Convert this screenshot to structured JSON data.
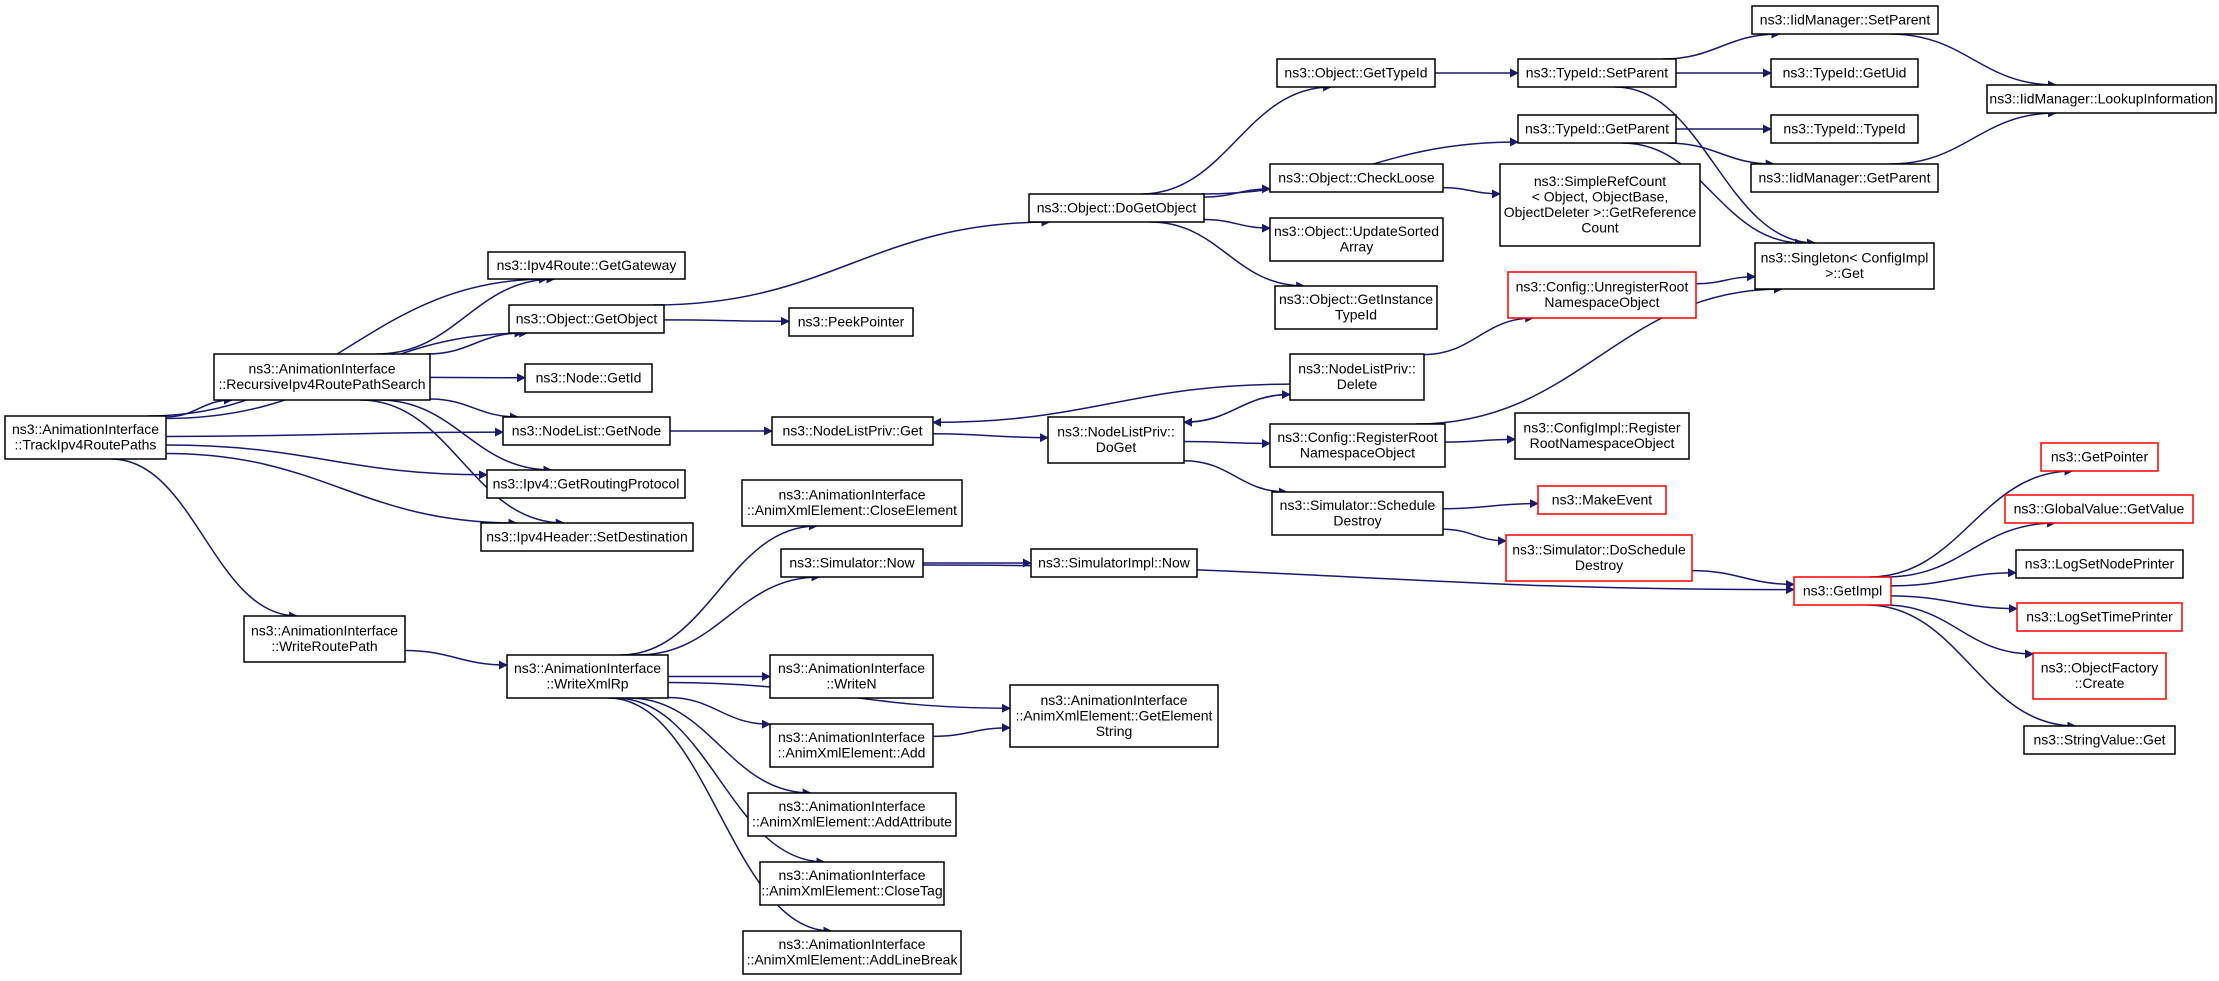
{
  "colors": {
    "edge": "#191970",
    "normal_border": "#000000",
    "incomplete_border": "#ff0000",
    "root_fill": "#bfbfbf"
  },
  "nodes": [
    {
      "id": "root",
      "lines": [
        "ns3::AnimationInterface",
        "::TrackIpv4RoutePaths"
      ],
      "style": "root"
    },
    {
      "id": "getgateway",
      "lines": [
        "ns3::Ipv4Route::GetGateway"
      ]
    },
    {
      "id": "getobject",
      "lines": [
        "ns3::Object::GetObject"
      ]
    },
    {
      "id": "recursive",
      "lines": [
        "ns3::AnimationInterface",
        "::RecursiveIpv4RoutePathSearch"
      ]
    },
    {
      "id": "nodegetid",
      "lines": [
        "ns3::Node::GetId"
      ]
    },
    {
      "id": "getnode",
      "lines": [
        "ns3::NodeList::GetNode"
      ]
    },
    {
      "id": "getrouting",
      "lines": [
        "ns3::Ipv4::GetRoutingProtocol"
      ]
    },
    {
      "id": "setdest",
      "lines": [
        "ns3::Ipv4Header::SetDestination"
      ]
    },
    {
      "id": "writeroutepath",
      "lines": [
        "ns3::AnimationInterface",
        "::WriteRoutePath"
      ]
    },
    {
      "id": "writexmlrp",
      "lines": [
        "ns3::AnimationInterface",
        "::WriteXmlRp"
      ]
    },
    {
      "id": "peekpointer",
      "lines": [
        "ns3::PeekPointer"
      ]
    },
    {
      "id": "nlpget",
      "lines": [
        "ns3::NodeListPriv::Get"
      ]
    },
    {
      "id": "closeelement",
      "lines": [
        "ns3::AnimationInterface",
        "::AnimXmlElement::CloseElement"
      ]
    },
    {
      "id": "simnow",
      "lines": [
        "ns3::Simulator::Now"
      ]
    },
    {
      "id": "writen",
      "lines": [
        "ns3::AnimationInterface",
        "::WriteN"
      ]
    },
    {
      "id": "animadd",
      "lines": [
        "ns3::AnimationInterface",
        "::AnimXmlElement::Add"
      ]
    },
    {
      "id": "addattribute",
      "lines": [
        "ns3::AnimationInterface",
        "::AnimXmlElement::AddAttribute"
      ]
    },
    {
      "id": "closetag",
      "lines": [
        "ns3::AnimationInterface",
        "::AnimXmlElement::CloseTag"
      ]
    },
    {
      "id": "addlinebreak",
      "lines": [
        "ns3::AnimationInterface",
        "::AnimXmlElement::AddLineBreak"
      ]
    },
    {
      "id": "dogetobject",
      "lines": [
        "ns3::Object::DoGetObject"
      ]
    },
    {
      "id": "nlpdoget",
      "lines": [
        "ns3::NodeListPriv::",
        "DoGet"
      ]
    },
    {
      "id": "simimplnow",
      "lines": [
        "ns3::SimulatorImpl::Now"
      ]
    },
    {
      "id": "getelementstring",
      "lines": [
        "ns3::AnimationInterface",
        "::AnimXmlElement::GetElement",
        "String"
      ]
    },
    {
      "id": "gettypeid",
      "lines": [
        "ns3::Object::GetTypeId"
      ]
    },
    {
      "id": "checkloose",
      "lines": [
        "ns3::Object::CheckLoose"
      ]
    },
    {
      "id": "updatesorted",
      "lines": [
        "ns3::Object::UpdateSorted",
        "Array"
      ]
    },
    {
      "id": "getinstance",
      "lines": [
        "ns3::Object::GetInstance",
        "TypeId"
      ]
    },
    {
      "id": "nlpdelete",
      "lines": [
        "ns3::NodeListPriv::",
        "Delete"
      ]
    },
    {
      "id": "registerroot",
      "lines": [
        "ns3::Config::RegisterRoot",
        "NamespaceObject"
      ]
    },
    {
      "id": "scheduledestroy",
      "lines": [
        "ns3::Simulator::Schedule",
        "Destroy"
      ]
    },
    {
      "id": "tidsetparent",
      "lines": [
        "ns3::TypeId::SetParent"
      ]
    },
    {
      "id": "tidgetparent",
      "lines": [
        "ns3::TypeId::GetParent"
      ]
    },
    {
      "id": "simplerefcount",
      "lines": [
        "ns3::SimpleRefCount",
        "< Object, ObjectBase,",
        "ObjectDeleter >::GetReference",
        "Count"
      ]
    },
    {
      "id": "unregisterroot",
      "lines": [
        "ns3::Config::UnregisterRoot",
        "NamespaceObject"
      ],
      "style": "incomplete"
    },
    {
      "id": "configimplregister",
      "lines": [
        "ns3::ConfigImpl::Register",
        "RootNamespaceObject"
      ]
    },
    {
      "id": "makeevent",
      "lines": [
        "ns3::MakeEvent"
      ],
      "style": "incomplete"
    },
    {
      "id": "doscheduledestroy",
      "lines": [
        "ns3::Simulator::DoSchedule",
        "Destroy"
      ],
      "style": "incomplete"
    },
    {
      "id": "iidsetparent",
      "lines": [
        "ns3::IidManager::SetParent"
      ]
    },
    {
      "id": "tidgetuid",
      "lines": [
        "ns3::TypeId::GetUid"
      ]
    },
    {
      "id": "tidtypeid",
      "lines": [
        "ns3::TypeId::TypeId"
      ]
    },
    {
      "id": "iidgetparent",
      "lines": [
        "ns3::IidManager::GetParent"
      ]
    },
    {
      "id": "singletonget",
      "lines": [
        "ns3::Singleton< ConfigImpl",
        ">::Get"
      ]
    },
    {
      "id": "getimpl",
      "lines": [
        "ns3::GetImpl"
      ],
      "style": "incomplete"
    },
    {
      "id": "lookupinfo",
      "lines": [
        "ns3::IidManager::LookupInformation"
      ]
    },
    {
      "id": "getpointer",
      "lines": [
        "ns3::GetPointer"
      ],
      "style": "incomplete"
    },
    {
      "id": "globalvalueget",
      "lines": [
        "ns3::GlobalValue::GetValue"
      ],
      "style": "incomplete"
    },
    {
      "id": "logsetnode",
      "lines": [
        "ns3::LogSetNodePrinter"
      ]
    },
    {
      "id": "logsettime",
      "lines": [
        "ns3::LogSetTimePrinter"
      ],
      "style": "incomplete"
    },
    {
      "id": "objectfactory",
      "lines": [
        "ns3::ObjectFactory",
        "::Create"
      ],
      "style": "incomplete"
    },
    {
      "id": "stringvalueget",
      "lines": [
        "ns3::StringValue::Get"
      ]
    }
  ],
  "edges": [
    [
      "root",
      "getgateway"
    ],
    [
      "root",
      "getobject"
    ],
    [
      "root",
      "recursive"
    ],
    [
      "root",
      "getnode"
    ],
    [
      "root",
      "getrouting"
    ],
    [
      "root",
      "setdest"
    ],
    [
      "root",
      "writeroutepath"
    ],
    [
      "recursive",
      "getgateway"
    ],
    [
      "recursive",
      "getobject"
    ],
    [
      "recursive",
      "nodegetid"
    ],
    [
      "recursive",
      "getnode"
    ],
    [
      "recursive",
      "getrouting"
    ],
    [
      "recursive",
      "setdest"
    ],
    [
      "getobject",
      "peekpointer"
    ],
    [
      "getobject",
      "dogetobject"
    ],
    [
      "getnode",
      "nlpget"
    ],
    [
      "nlpget",
      "nlpdoget"
    ],
    [
      "writeroutepath",
      "writexmlrp"
    ],
    [
      "writexmlrp",
      "closeelement"
    ],
    [
      "writexmlrp",
      "simnow"
    ],
    [
      "writexmlrp",
      "writen"
    ],
    [
      "writexmlrp",
      "animadd"
    ],
    [
      "writexmlrp",
      "addattribute"
    ],
    [
      "writexmlrp",
      "closetag"
    ],
    [
      "writexmlrp",
      "addlinebreak"
    ],
    [
      "writexmlrp",
      "getelementstring"
    ],
    [
      "animadd",
      "getelementstring"
    ],
    [
      "simnow",
      "simimplnow"
    ],
    [
      "simnow",
      "getimpl"
    ],
    [
      "dogetobject",
      "gettypeid"
    ],
    [
      "dogetobject",
      "tidgetparent"
    ],
    [
      "dogetobject",
      "checkloose"
    ],
    [
      "dogetobject",
      "updatesorted"
    ],
    [
      "dogetobject",
      "getinstance"
    ],
    [
      "gettypeid",
      "tidsetparent"
    ],
    [
      "tidsetparent",
      "iidsetparent"
    ],
    [
      "tidsetparent",
      "tidgetuid"
    ],
    [
      "tidsetparent",
      "singletonget"
    ],
    [
      "tidgetparent",
      "tidtypeid"
    ],
    [
      "tidgetparent",
      "iidgetparent"
    ],
    [
      "tidgetparent",
      "singletonget"
    ],
    [
      "iidsetparent",
      "lookupinfo"
    ],
    [
      "iidgetparent",
      "lookupinfo"
    ],
    [
      "checkloose",
      "simplerefcount"
    ],
    [
      "nlpdoget",
      "nlpdelete"
    ],
    [
      "nlpdoget",
      "registerroot"
    ],
    [
      "nlpdoget",
      "scheduledestroy"
    ],
    [
      "nlpdelete",
      "nlpget"
    ],
    [
      "nlpdelete",
      "nlpdoget"
    ],
    [
      "nlpdelete",
      "unregisterroot"
    ],
    [
      "unregisterroot",
      "singletonget"
    ],
    [
      "registerroot",
      "singletonget"
    ],
    [
      "registerroot",
      "configimplregister"
    ],
    [
      "scheduledestroy",
      "makeevent"
    ],
    [
      "scheduledestroy",
      "doscheduledestroy"
    ],
    [
      "doscheduledestroy",
      "getimpl"
    ],
    [
      "getimpl",
      "getpointer"
    ],
    [
      "getimpl",
      "globalvalueget"
    ],
    [
      "getimpl",
      "logsetnode"
    ],
    [
      "getimpl",
      "logsettime"
    ],
    [
      "getimpl",
      "objectfactory"
    ],
    [
      "getimpl",
      "stringvalueget"
    ]
  ]
}
